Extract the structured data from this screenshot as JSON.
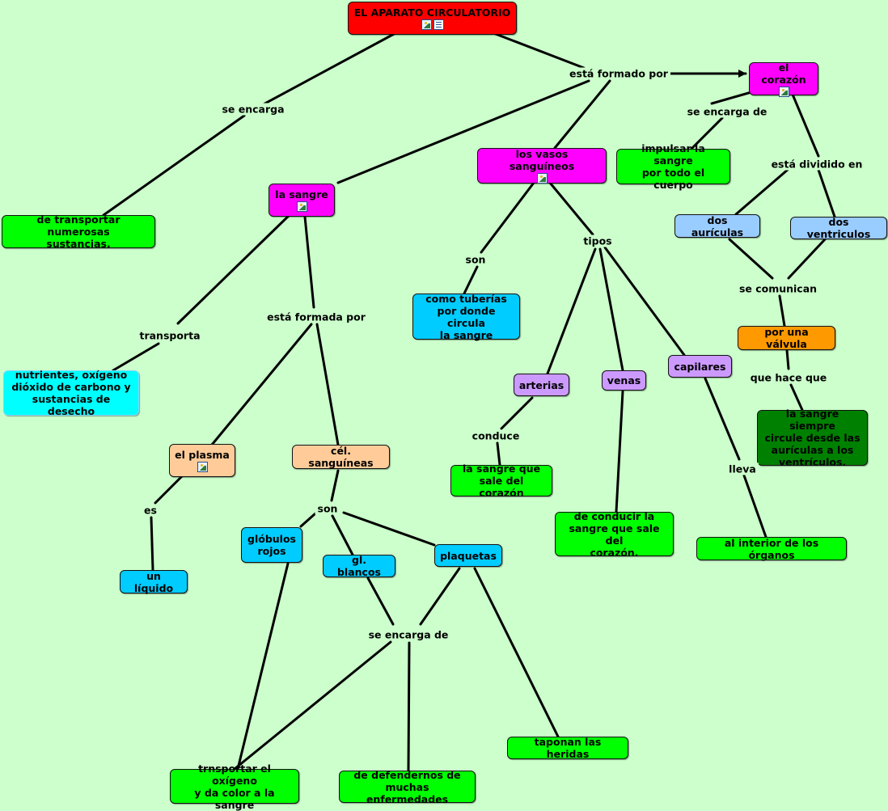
{
  "nodes": [
    {
      "id": "title",
      "text": "EL APARATO CIRCULATORIO",
      "color": "#ff0000",
      "icons": [
        "image-icon",
        "document-icon"
      ]
    },
    {
      "id": "corazon",
      "text": "el corazón",
      "color": "#ff00ff",
      "icons": [
        "image-icon"
      ]
    },
    {
      "id": "impulsar",
      "text": "impulsar la sangre\npor todo el cuerpo",
      "color": "#00ff00",
      "icons": []
    },
    {
      "id": "vasos",
      "text": "los vasos sanguíneos",
      "color": "#ff00ff",
      "icons": [
        "image-icon"
      ]
    },
    {
      "id": "sangre",
      "text": "la sangre",
      "color": "#ff00ff",
      "icons": [
        "image-icon"
      ]
    },
    {
      "id": "transportar",
      "text": "de transportar numerosas\nsustancias.",
      "color": "#00ff00",
      "icons": []
    },
    {
      "id": "auriculas",
      "text": "dos aurículas",
      "color": "#99ccff",
      "icons": []
    },
    {
      "id": "ventriculos",
      "text": "dos ventriculos",
      "color": "#99ccff",
      "icons": []
    },
    {
      "id": "valvula",
      "text": "por una válvula",
      "color": "#ff9900",
      "icons": []
    },
    {
      "id": "siempre",
      "text": "la sangre siempre\ncircule desde las\naurículas a los\nventrículos.",
      "color": "#008000",
      "icons": []
    },
    {
      "id": "tuberias",
      "text": "como tuberías\npor donde circula\nla sangre",
      "color": "#00ccff",
      "icons": []
    },
    {
      "id": "nutrientes",
      "text": "nutrientes, oxígeno\ndióxido de carbono y\nsustancias de desecho",
      "color": "#00ffff",
      "icons": []
    },
    {
      "id": "arterias",
      "text": "arterias",
      "color": "#cc99ff",
      "icons": []
    },
    {
      "id": "venas",
      "text": "venas",
      "color": "#cc99ff",
      "icons": []
    },
    {
      "id": "capilares",
      "text": "capilares",
      "color": "#cc99ff",
      "icons": []
    },
    {
      "id": "salecorazon",
      "text": "la sangre que\nsale del corazón",
      "color": "#00ff00",
      "icons": []
    },
    {
      "id": "conducir",
      "text": "de conducir la\nsangre que sale del\ncorazón.",
      "color": "#00ff00",
      "icons": []
    },
    {
      "id": "interior",
      "text": "al interior de los órganos",
      "color": "#00ff00",
      "icons": []
    },
    {
      "id": "plasma",
      "text": "el plasma",
      "color": "#ffcc99",
      "icons": [
        "image-icon"
      ]
    },
    {
      "id": "celsang",
      "text": "cél. sanguíneas",
      "color": "#ffcc99",
      "icons": []
    },
    {
      "id": "liquido",
      "text": "un líquido",
      "color": "#00ccff",
      "icons": []
    },
    {
      "id": "globrojos",
      "text": "glóbulos\nrojos",
      "color": "#00ccff",
      "icons": []
    },
    {
      "id": "glblancos",
      "text": "gl. blancos",
      "color": "#00ccff",
      "icons": []
    },
    {
      "id": "plaquetas",
      "text": "plaquetas",
      "color": "#00ccff",
      "icons": []
    },
    {
      "id": "heridas",
      "text": "taponan las heridas",
      "color": "#00ff00",
      "icons": []
    },
    {
      "id": "oxigeno",
      "text": "trnsportar el oxígeno\ny da color a la sangre",
      "color": "#00ff00",
      "icons": []
    },
    {
      "id": "defender",
      "text": "de defendernos de\nmuchas enfermedades",
      "color": "#00ff00",
      "icons": []
    }
  ],
  "links": [
    {
      "id": "l_formado",
      "text": "está formado por"
    },
    {
      "id": "l_encarga",
      "text": "se encarga"
    },
    {
      "id": "l_encargade1",
      "text": "se encarga de"
    },
    {
      "id": "l_dividido",
      "text": "está dividido en"
    },
    {
      "id": "l_comunican",
      "text": "se comunican"
    },
    {
      "id": "l_hace",
      "text": "que hace que"
    },
    {
      "id": "l_son1",
      "text": "son"
    },
    {
      "id": "l_tipos",
      "text": "tipos"
    },
    {
      "id": "l_transporta",
      "text": "transporta"
    },
    {
      "id": "l_formada",
      "text": "está formada por"
    },
    {
      "id": "l_conduce",
      "text": "conduce"
    },
    {
      "id": "l_lleva",
      "text": "lleva"
    },
    {
      "id": "l_es",
      "text": "es"
    },
    {
      "id": "l_son2",
      "text": "son"
    },
    {
      "id": "l_encargade2",
      "text": "se encarga de"
    }
  ]
}
